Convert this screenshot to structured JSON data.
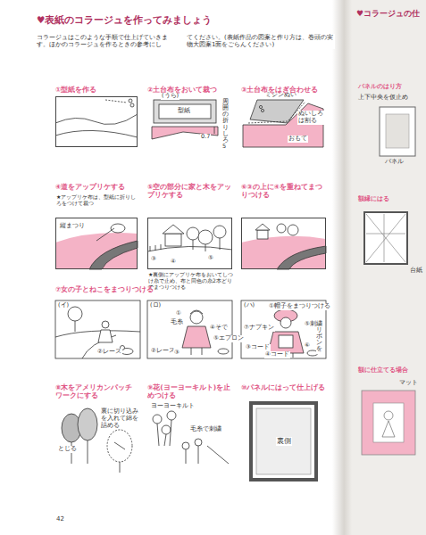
{
  "diagram": {
    "title": "♥表紙のコラージュを作ってみましょう",
    "nodes": [
      {
        "text": [
          "①型紙を作る"
        ]
      },
      {
        "text": [
          "②土台布をおいて裁つ"
        ]
      },
      {
        "text": [
          "③土台布をはぎ合わせる"
        ]
      },
      {
        "text": [
          "④道をアップリケする"
        ]
      },
      {
        "text": [
          "⑤空の部分に家と木をアップリケする"
        ]
      },
      {
        "text": [
          "⑥③の上に④を重ねてまつりつける"
        ]
      },
      {
        "text": [
          "⑦女の子とねこをまつりつける"
        ]
      },
      {
        "text": [
          "⑧木をアメリカンパッチワークにする"
        ]
      },
      {
        "text": [
          "⑨花(ヨーヨーキルト)を止めつける"
        ]
      },
      {
        "text": [
          "⑩パネルにはって仕上げる"
        ]
      }
    ],
    "labels": [
      "コラージュはこのような手順で仕上げていきます。ほかのコラージュを作るときの参考にし",
      "てください。(表紙作品の図案と作り方は、巻頭の実物大図案1面をごらんください)",
      "(うら)",
      "型紙",
      "周囲の折りしろ5",
      "0.7",
      "ミシンぬい",
      "ぬいしろは割る",
      "おもて",
      "★アップリケ布は、型紙に折りしろをつけて裁つ",
      "縦まつり",
      "③",
      "④",
      "⑤",
      "★裏側にアップリケ布をおいてしつけ糸で止め、布と同色の糸2本どりでまつりつける",
      "(イ)",
      "②レース",
      "(ロ)",
      "①",
      "毛糸",
      "④そで",
      "⑤エプロン",
      "②レース",
      "③",
      "(ハ)",
      "①帽子をまつりつける",
      "⑤刺繍",
      "⑦ナプキン",
      "リボンを",
      "③コード",
      "④コード",
      "⑥",
      "とじる",
      "裏に切り込みを入れて綿を詰める",
      "ヨーヨーキルト",
      "毛糸で刺繍",
      "裏側",
      "42",
      "♥コラージュの仕",
      "パネルのはり方",
      "上下中央を仮止め",
      "パネル",
      "額縁にはる",
      "台紙",
      "額に仕立てる場合",
      "マット"
    ]
  }
}
